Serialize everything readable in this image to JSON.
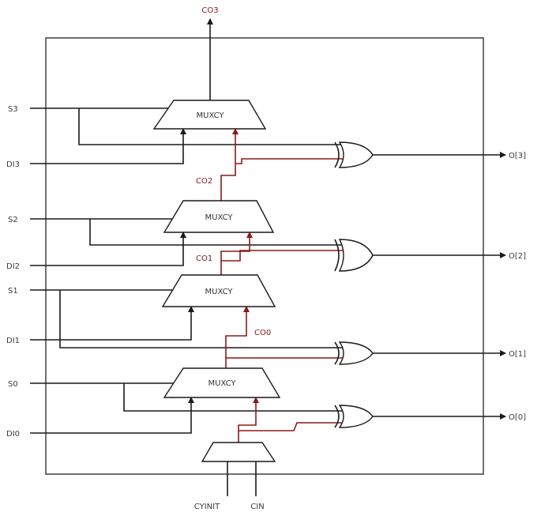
{
  "signals": {
    "co3": "CO3",
    "s3": "S3",
    "di3": "DI3",
    "co2": "CO2",
    "s2": "S2",
    "di2": "DI2",
    "co1": "CO1",
    "s1": "S1",
    "di1": "DI1",
    "co0": "CO0",
    "s0": "S0",
    "di0": "DI0",
    "cyinit": "CYINIT",
    "cin": "CIN"
  },
  "outputs": [
    "O[3]",
    "O[2]",
    "O[1]",
    "O[0]"
  ],
  "mux_label": "MUXCY",
  "colors": {
    "wire": "#1a1a1a",
    "carry": "#8b1a1a"
  }
}
